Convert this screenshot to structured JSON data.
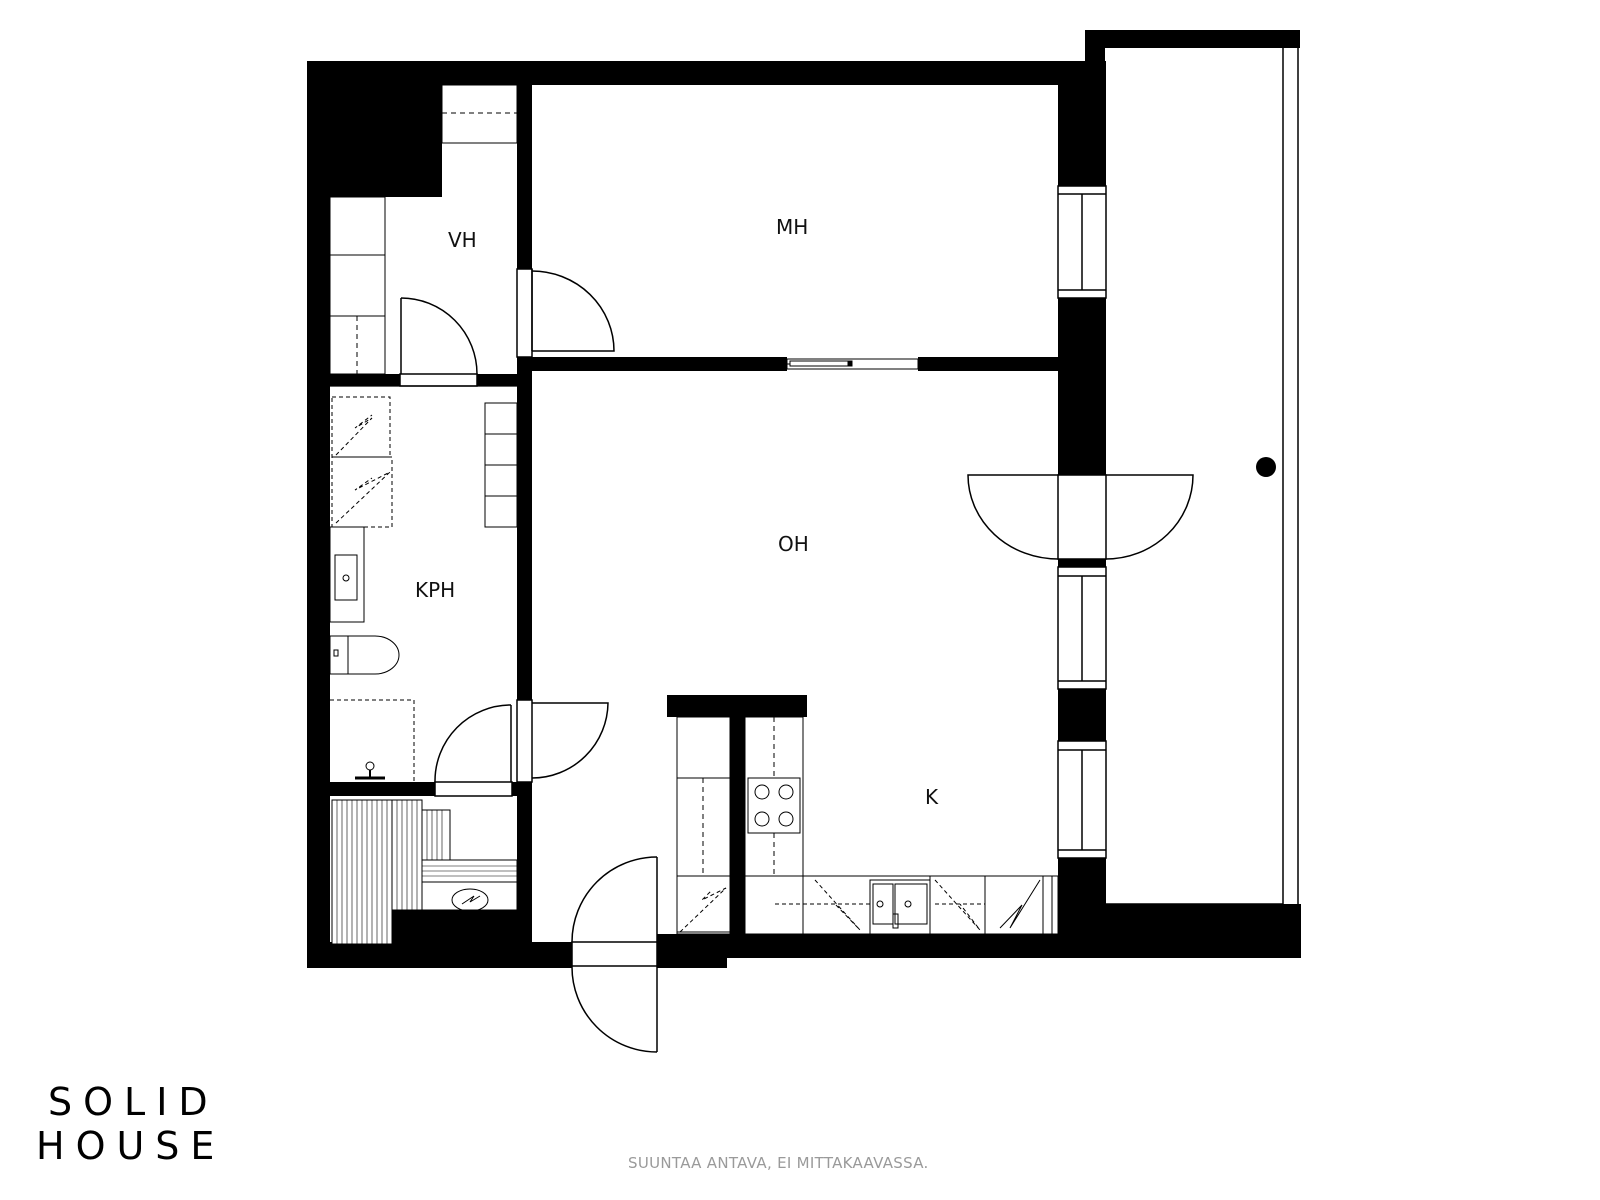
{
  "rooms": {
    "vh": "VH",
    "mh": "MH",
    "kph": "KPH",
    "oh": "OH",
    "k": "K"
  },
  "brand": {
    "line1": "SOLID",
    "line2": "HOUSE"
  },
  "note": "SUUNTAA ANTAVA, EI MITTAKAAVASSA.",
  "colors": {
    "wall": "#000000",
    "background": "#ffffff",
    "note": "#9a9a9a"
  }
}
